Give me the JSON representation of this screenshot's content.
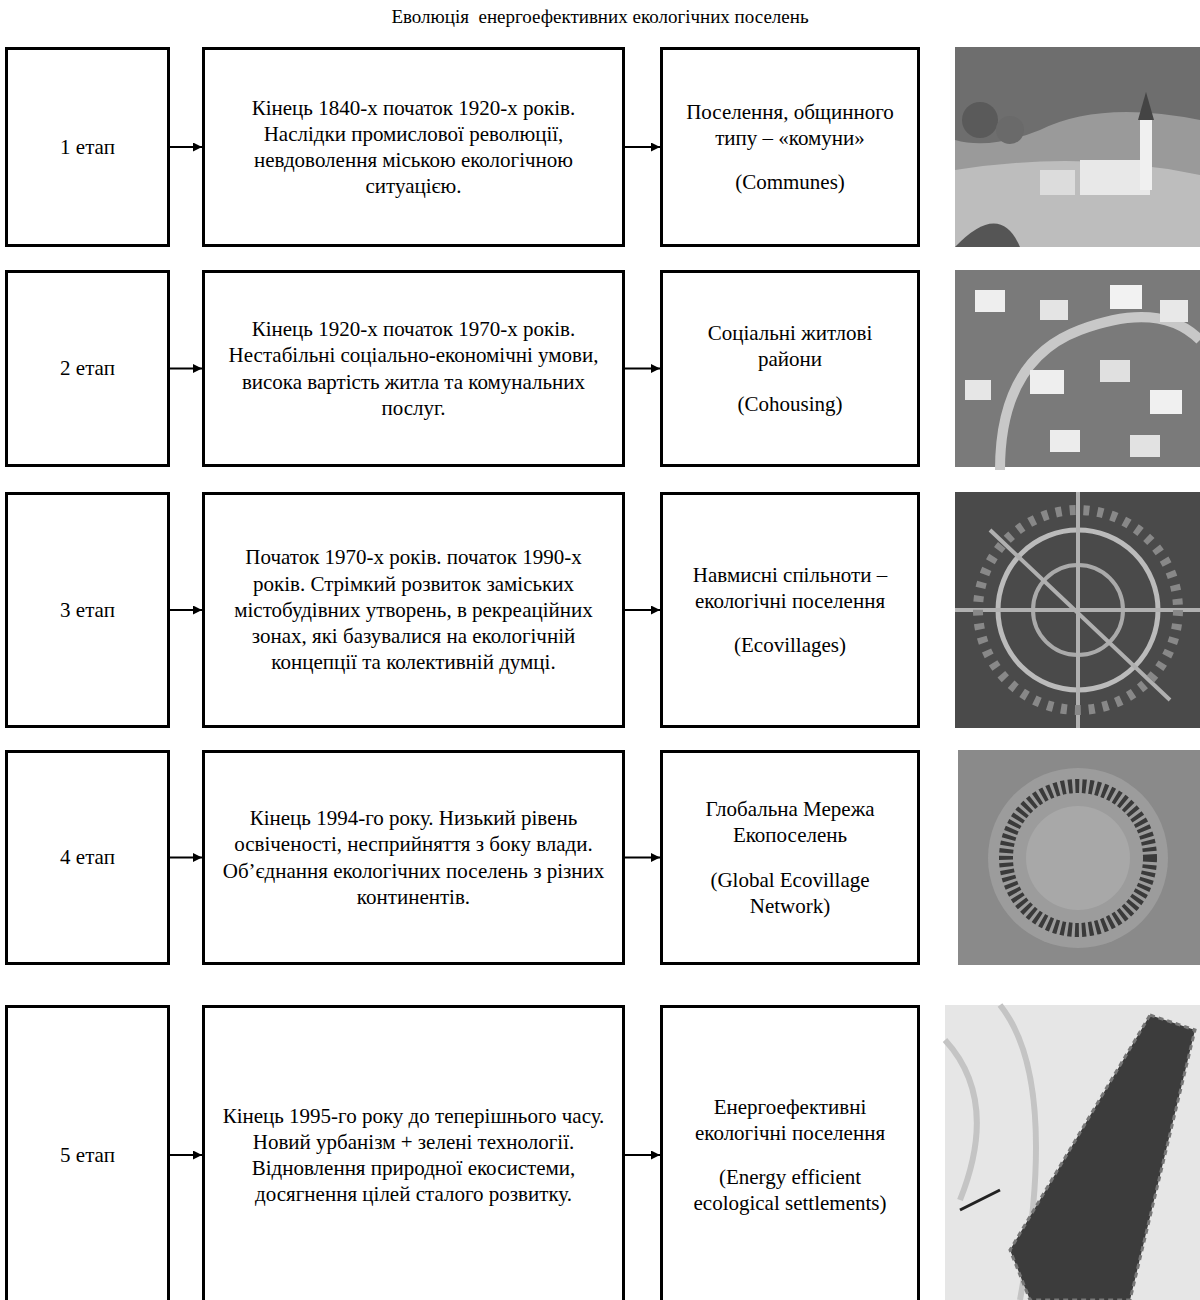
{
  "diagram": {
    "title": "Еволюція  енергоефективних екологічних поселень",
    "nodes": [
      {
        "text": [
          "1 етап"
        ]
      },
      {
        "text": [
          "Кінець 1840-х початок 1920-х років. Наслідки промислової революції, невдоволення міською екологічною ситуацією."
        ]
      },
      {
        "text": [
          "Поселення, общинного типу – «комуни»",
          "(Communes)"
        ]
      },
      {
        "text": [
          "2 етап"
        ]
      },
      {
        "text": [
          "Кінець 1920-х початок 1970-х років. Нестабільні соціально-економічні умови, висока вартість житла та комунальних послуг."
        ]
      },
      {
        "text": [
          "Соціальні житлові райони",
          "(Cohousing)"
        ]
      },
      {
        "text": [
          "3 етап"
        ]
      },
      {
        "text": [
          "Початок 1970-х років. початок 1990-х років. Стрімкий розвиток заміських містобудівних утворень, в рекреаційних зонах, які базувалися на екологічній концепції та колективній думці."
        ]
      },
      {
        "text": [
          "Навмисні спільноти – екологічні поселення",
          "(Ecovillages)"
        ]
      },
      {
        "text": [
          "4 етап"
        ]
      },
      {
        "text": [
          "Кінець 1994-го року. Низький рівень освіченості, несприйняття з боку влади. Об’єднання екологічних поселень з різних континентів."
        ]
      },
      {
        "text": [
          "Глобальна Мережа Екопоселень",
          "(Global Ecovillage Network)"
        ]
      },
      {
        "text": [
          "5 етап"
        ]
      },
      {
        "text": [
          "Кінець 1995-го року до теперішнього часу. Новий урбанізм + зелені технології. Відновлення природної екосистеми, досягнення цілей сталого розвитку."
        ]
      },
      {
        "text": [
          "Енергоефективні екологічні поселення",
          "(Energy efficient ecological settlements)"
        ]
      }
    ],
    "edges": [
      {
        "from": 0,
        "to": 1,
        "arrow": "to"
      },
      {
        "from": 1,
        "to": 2,
        "arrow": "to"
      },
      {
        "from": 3,
        "to": 4,
        "arrow": "to"
      },
      {
        "from": 4,
        "to": 5,
        "arrow": "to"
      },
      {
        "from": 6,
        "to": 7,
        "arrow": "to"
      },
      {
        "from": 7,
        "to": 8,
        "arrow": "to"
      },
      {
        "from": 9,
        "to": 10,
        "arrow": "to"
      },
      {
        "from": 10,
        "to": 11,
        "arrow": "to"
      },
      {
        "from": 12,
        "to": 13,
        "arrow": "to"
      },
      {
        "from": 13,
        "to": 14,
        "arrow": "to"
      }
    ]
  }
}
